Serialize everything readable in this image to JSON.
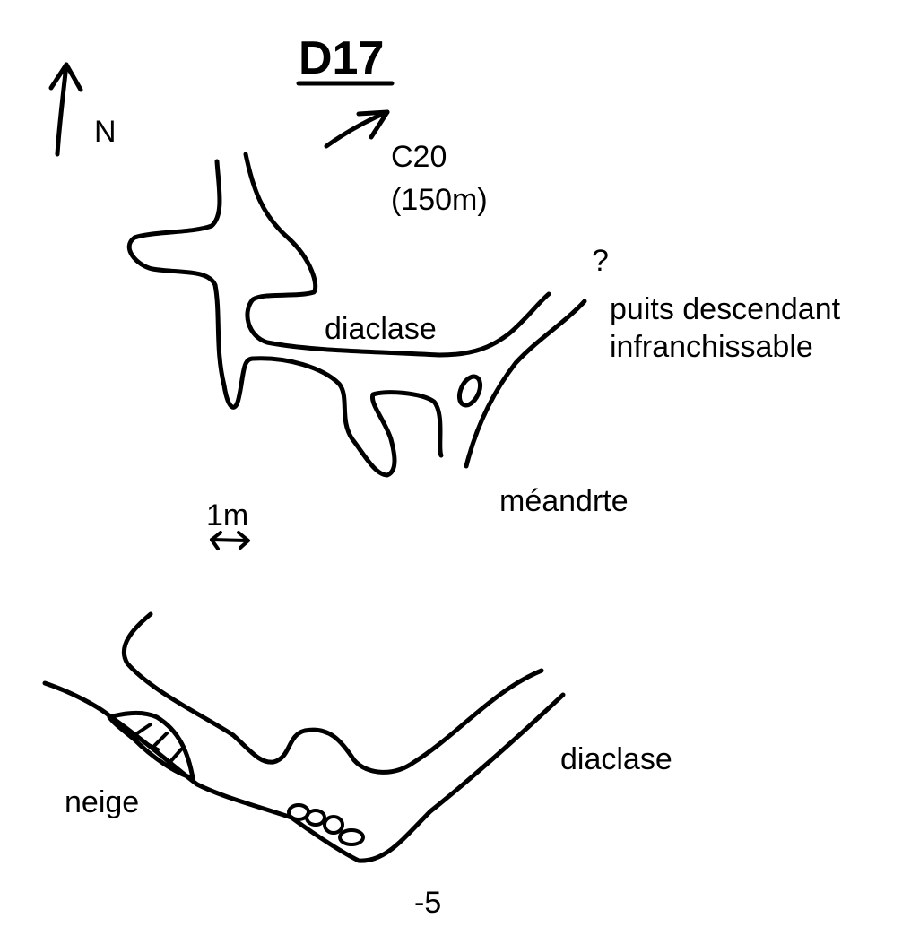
{
  "title": "D17",
  "north_label": "N",
  "link": {
    "name": "C20",
    "depth": "(150m)"
  },
  "plan": {
    "labels": {
      "diaclase": "diaclase",
      "question": "?",
      "shaft_line1": "puits descendant",
      "shaft_line2": "infranchissable",
      "meander": "méandrte"
    }
  },
  "scale": {
    "label": "1m"
  },
  "section": {
    "labels": {
      "diaclase": "diaclase",
      "snow": "neige",
      "depth": "-5"
    }
  },
  "colors": {
    "ink": "#000000",
    "background": "#ffffff"
  }
}
